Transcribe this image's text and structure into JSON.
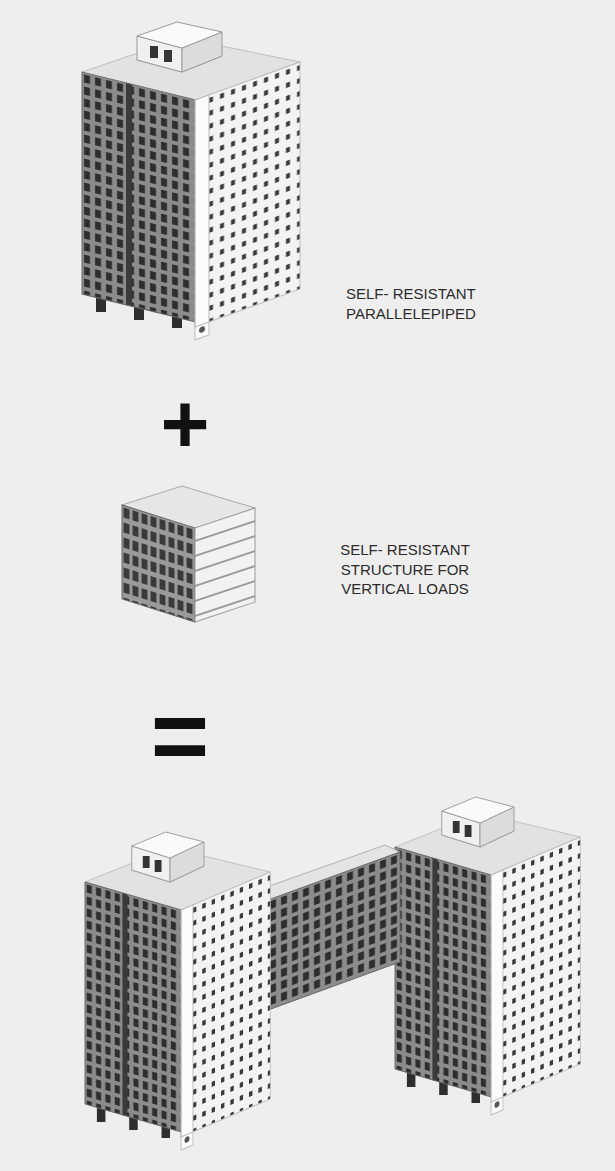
{
  "diagram": {
    "labels": [
      "SELF- RESISTANT PARALLELEPIPED",
      "+",
      "SELF- RESISTANT STRUCTURE FOR VERTICAL LOADS",
      "="
    ]
  }
}
